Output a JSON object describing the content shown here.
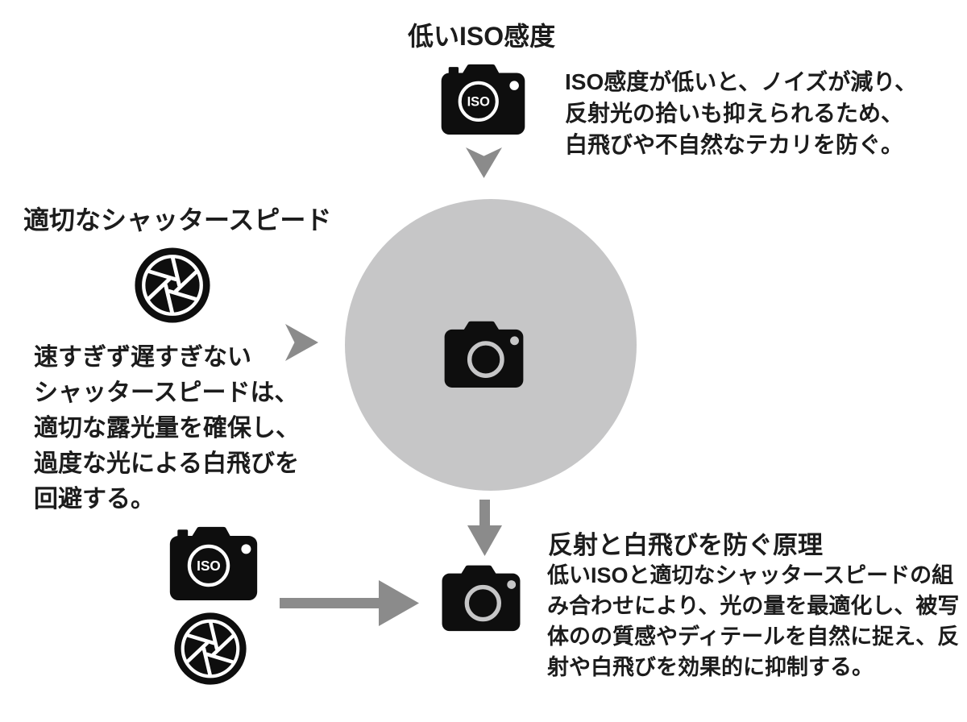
{
  "page": {
    "background": "#ffffff",
    "text_color": "#1c1c1c",
    "icon_color": "#0e0e0e",
    "circle_color": "#c6c6c7",
    "arrow_color": "#8b8b8b"
  },
  "icons": {
    "iso_label": "ISO",
    "camera_iso": "camera-iso-icon",
    "camera": "camera-icon",
    "aperture": "aperture-icon",
    "arrow": "gray-arrow"
  },
  "top_section": {
    "title": "低いISO感度",
    "description_lines": [
      "ISO感度が低いと、ノイズが減り、",
      "反射光の拾いも抑えられるため、",
      "白飛びや不自然なテカリを防ぐ。"
    ]
  },
  "left_section": {
    "title": "適切なシャッタースピード",
    "description_lines": [
      "速すぎず遅すぎない",
      "シャッタースピードは、",
      "適切な露光量を確保し、",
      "過度な光による白飛びを",
      "回避する。"
    ]
  },
  "bottom_section": {
    "title": "反射と白飛びを防ぐ原理",
    "description_lines": [
      "低いISOと適切なシャッタースピードの組",
      "み合わせにより、光の量を最適化し、被写",
      "体のの質感やディテールを自然に捉え、反",
      "射や白飛びを効果的に抑制する。"
    ]
  }
}
